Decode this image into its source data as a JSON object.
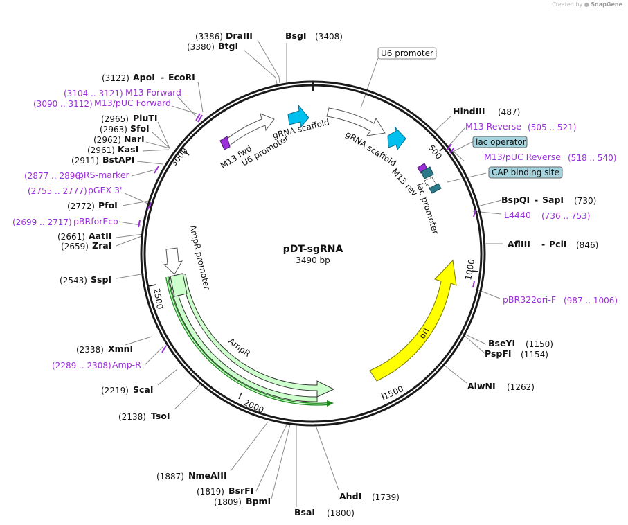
{
  "credit": {
    "prefix": "Created by",
    "brand": "SnapGene"
  },
  "plasmid": {
    "name": "pDT-sgRNA",
    "length": "3490 bp"
  },
  "ticks": [
    "500",
    "1000",
    "1500",
    "2000",
    "2500",
    "3000"
  ],
  "enzymes": [
    {
      "pos": "(3386)",
      "name": "DraIII"
    },
    {
      "pos": "(3408)",
      "name": "BsgI"
    },
    {
      "pos": "(3380)",
      "name": "BtgI"
    },
    {
      "pos": "(3122)",
      "name": "ApoI",
      "extra": "EcoRI"
    },
    {
      "pos": "(2965)",
      "name": "PluTI"
    },
    {
      "pos": "(2963)",
      "name": "SfoI"
    },
    {
      "pos": "(2962)",
      "name": "NarI"
    },
    {
      "pos": "(2961)",
      "name": "KasI"
    },
    {
      "pos": "(2911)",
      "name": "BstAPI"
    },
    {
      "pos": "(2772)",
      "name": "PfoI"
    },
    {
      "pos": "(2661)",
      "name": "AatII"
    },
    {
      "pos": "(2659)",
      "name": "ZraI"
    },
    {
      "pos": "(2543)",
      "name": "SspI"
    },
    {
      "pos": "(2338)",
      "name": "XmnI"
    },
    {
      "pos": "(2219)",
      "name": "ScaI"
    },
    {
      "pos": "(2138)",
      "name": "TsoI"
    },
    {
      "pos": "(1887)",
      "name": "NmeAIII"
    },
    {
      "pos": "(1819)",
      "name": "BsrFI"
    },
    {
      "pos": "(1809)",
      "name": "BpmI"
    },
    {
      "pos": "(1800)",
      "name": "BsaI"
    },
    {
      "pos": "(1739)",
      "name": "AhdI"
    },
    {
      "pos": "(1262)",
      "name": "AlwNI"
    },
    {
      "pos": "(1150)",
      "name": "BseYI"
    },
    {
      "pos": "(1154)",
      "name": "PspFI"
    },
    {
      "pos": "(846)",
      "name": "AflIII",
      "extra": "PciI"
    },
    {
      "pos": "(730)",
      "name": "BspQI",
      "extra": "SapI"
    },
    {
      "pos": "(487)",
      "name": "HindIII"
    }
  ],
  "primers": [
    {
      "range": "(3104 .. 3121)",
      "name": "M13 Forward"
    },
    {
      "range": "(3090 .. 3112)",
      "name": "M13/pUC Forward"
    },
    {
      "range": "(2877 .. 2896)",
      "name": "pRS-marker"
    },
    {
      "range": "(2755 .. 2777)",
      "name": "pGEX 3'"
    },
    {
      "range": "(2699 .. 2717)",
      "name": "pBRforEco"
    },
    {
      "range": "(2289 .. 2308)",
      "name": "Amp-R"
    },
    {
      "range": "(987 .. 1006)",
      "name": "pBR322ori-F"
    },
    {
      "range": "(736 .. 753)",
      "name": "L4440"
    },
    {
      "range": "(505 .. 521)",
      "name": "M13 Reverse"
    },
    {
      "range": "(518 .. 540)",
      "name": "M13/pUC Reverse"
    }
  ],
  "boxed_labels": [
    {
      "text": "U6 promoter",
      "fill": "#ffffff"
    },
    {
      "text": "lac operator",
      "fill": "#a6d4de"
    },
    {
      "text": "CAP binding site",
      "fill": "#a6d4de"
    }
  ],
  "features": [
    {
      "label": "gRNA scaffold"
    },
    {
      "label": "gRNA scaffold"
    },
    {
      "label": "U6 promoter"
    },
    {
      "label": "M13 fwd"
    },
    {
      "label": "M13 rev"
    },
    {
      "label": "lac promoter"
    },
    {
      "label": "ori"
    },
    {
      "label": "AmpR"
    },
    {
      "label": "AmpR promoter"
    }
  ],
  "colors": {
    "backbone": "#1a1a1a",
    "primer": "#9b30d9",
    "gRNA_scaffold": "#00c0f0",
    "ori": "#ffff00",
    "ampR": "#ccffcc",
    "ampR_strand": "#1e8a1e",
    "lac_operator": "#2a7a8a",
    "promoter_fill": "#ffffff",
    "label_box_teal": "#a6d4de"
  }
}
